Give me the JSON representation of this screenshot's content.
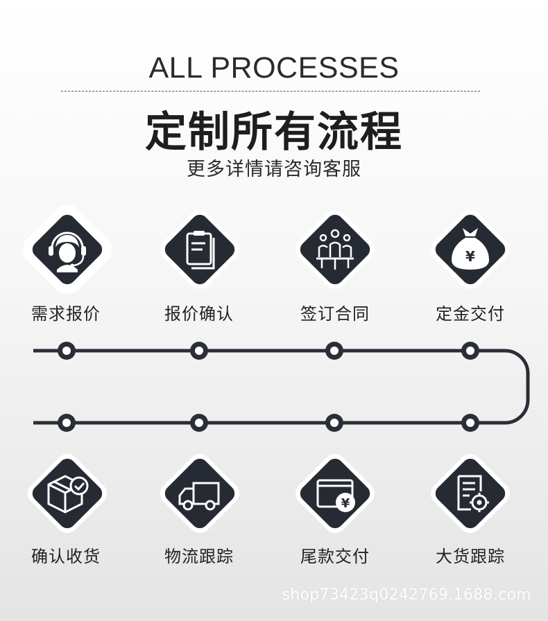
{
  "header": {
    "title_en": "ALL PROCESSES",
    "title_cn": "定制所有流程",
    "subtitle": "更多详情请咨询客服"
  },
  "steps_top": [
    {
      "label": "需求报价",
      "icon": "headset-agent-icon"
    },
    {
      "label": "报价确认",
      "icon": "clipboard-document-icon"
    },
    {
      "label": "签订合同",
      "icon": "meeting-people-icon"
    },
    {
      "label": "定金交付",
      "icon": "money-bag-yen-icon"
    }
  ],
  "steps_bottom": [
    {
      "label": "确认收货",
      "icon": "box-check-icon"
    },
    {
      "label": "物流跟踪",
      "icon": "delivery-truck-icon"
    },
    {
      "label": "尾款交付",
      "icon": "card-yen-icon"
    },
    {
      "label": "大货跟踪",
      "icon": "document-settings-icon"
    }
  ],
  "footer": {
    "watermark": "shop73423q0242769.1688.com"
  },
  "colors": {
    "dark": "#262a33",
    "line": "#2a2e36",
    "text": "#222222",
    "white": "#ffffff"
  }
}
